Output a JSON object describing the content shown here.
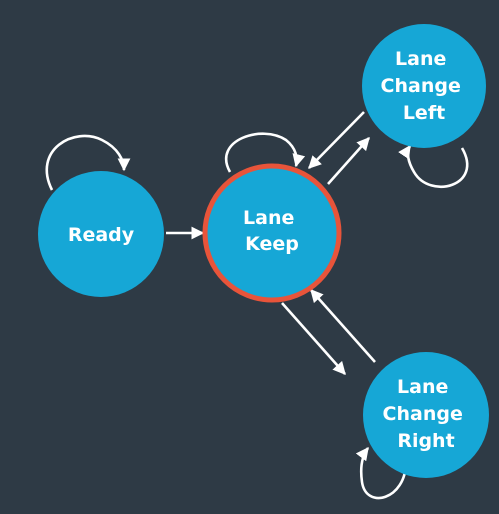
{
  "diagram": {
    "nodes": [
      {
        "id": "ready",
        "lines": [
          "Ready"
        ],
        "active": false
      },
      {
        "id": "lane-keep",
        "lines": [
          "Lane",
          "Keep"
        ],
        "active": true
      },
      {
        "id": "lane-change-left",
        "lines": [
          "Lane",
          "Change",
          "Left"
        ],
        "active": false
      },
      {
        "id": "lane-change-right",
        "lines": [
          "Lane",
          "Change",
          "Right"
        ],
        "active": false
      }
    ],
    "edges": [
      {
        "from": "ready",
        "to": "ready"
      },
      {
        "from": "ready",
        "to": "lane-keep"
      },
      {
        "from": "lane-keep",
        "to": "lane-keep"
      },
      {
        "from": "lane-keep",
        "to": "lane-change-left"
      },
      {
        "from": "lane-change-left",
        "to": "lane-keep"
      },
      {
        "from": "lane-change-left",
        "to": "lane-change-left"
      },
      {
        "from": "lane-keep",
        "to": "lane-change-right"
      },
      {
        "from": "lane-change-right",
        "to": "lane-keep"
      },
      {
        "from": "lane-change-right",
        "to": "lane-change-right"
      }
    ],
    "colors": {
      "background": "#2e3a45",
      "node_fill": "#16a7d6",
      "active_ring": "#e8543a",
      "edge": "#ffffff",
      "label": "#ffffff"
    }
  }
}
